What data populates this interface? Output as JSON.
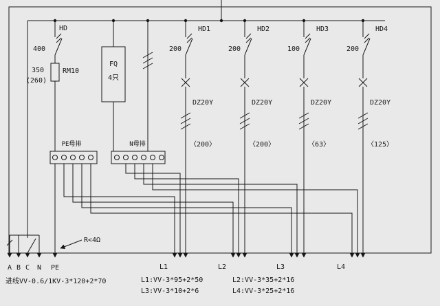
{
  "diagram": {
    "incoming_cable": "进线VV-0.6/1KV-3*120+2*70",
    "ground_resistance": "R<4Ω",
    "phase_labels": [
      "A",
      "B",
      "C",
      "N",
      "PE"
    ],
    "main_switch": {
      "label": "HD",
      "rating": "400",
      "fuse_model": "RM10",
      "fuse_rating": "350",
      "fuse_rating_alt": "(260)"
    },
    "arrester": {
      "label": "FQ",
      "quantity": "4只"
    },
    "pe_busbar_label": "PE母排",
    "n_busbar_label": "N母排",
    "branches": [
      {
        "switch_label": "HD1",
        "switch_rating": "200",
        "breaker_model": "DZ20Y",
        "breaker_rating": "〈200〉",
        "feeder_label": "L1",
        "cable_spec": "L1:VV-3*95+2*50"
      },
      {
        "switch_label": "HD2",
        "switch_rating": "200",
        "breaker_model": "DZ20Y",
        "breaker_rating": "〈200〉",
        "feeder_label": "L2",
        "cable_spec": "L2:VV-3*35+2*16"
      },
      {
        "switch_label": "HD3",
        "switch_rating": "100",
        "breaker_model": "DZ20Y",
        "breaker_rating": "〈63〉",
        "feeder_label": "L3",
        "cable_spec": "L3:VV-3*10+2*6"
      },
      {
        "switch_label": "HD4",
        "switch_rating": "200",
        "breaker_model": "DZ20Y",
        "breaker_rating": "〈125〉",
        "feeder_label": "L4",
        "cable_spec": "L4:VV-3*25+2*16"
      }
    ]
  }
}
